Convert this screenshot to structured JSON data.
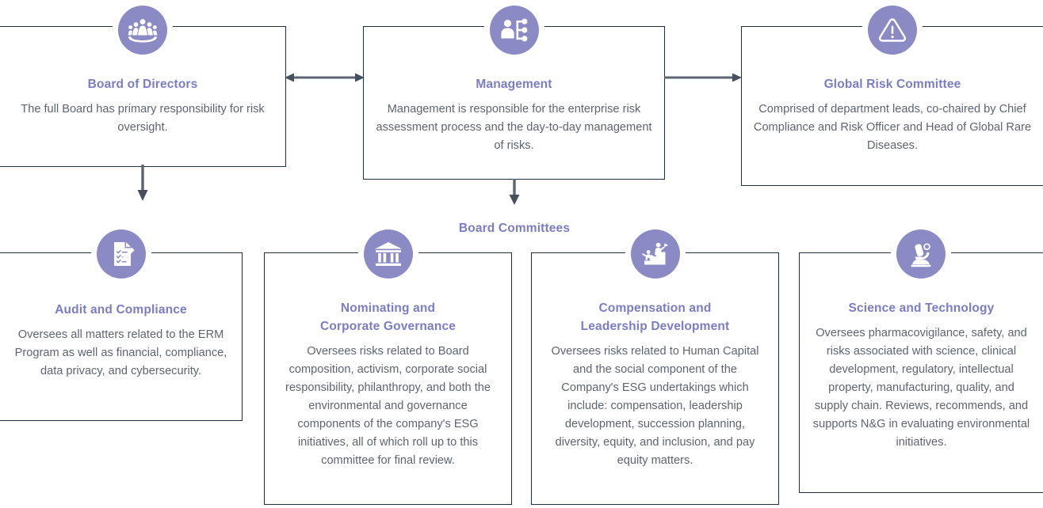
{
  "theme": {
    "accent": "#7b7cc8",
    "icon_circle": "#8b8ac5",
    "box_border": "#1f2f42",
    "body_text": "#5d6470",
    "connector": "#5a6472",
    "background": "#ffffff"
  },
  "section_label": "Board Committees",
  "top_row": [
    {
      "icon": "board-of-directors-people-icon",
      "title": "Board of Directors",
      "body": "The full Board has primary responsibility for risk oversight."
    },
    {
      "icon": "management-org-chart-icon",
      "title": "Management",
      "body": "Management is responsible for the enterprise risk assessment process and the day-to-day management of risks."
    },
    {
      "icon": "warning-triangle-icon",
      "title": "Global Risk Committee",
      "body": "Comprised of department leads, co-chaired by Chief Compliance and Risk Officer and Head of Global Rare Diseases."
    }
  ],
  "committees": [
    {
      "icon": "audit-checklist-document-icon",
      "title": "Audit and Compliance",
      "body": "Oversees all matters related to the ERM Program as well as financial, compliance, data privacy, and cybersecurity."
    },
    {
      "icon": "government-bank-building-icon",
      "title_line1": "Nominating and",
      "title_line2": "Corporate Governance",
      "body": "Oversees risks related to Board composition, activism, corporate social responsibility, philanthropy, and both the environmental and governance components of the company's ESG initiatives, all of which roll up to this committee for final review."
    },
    {
      "icon": "people-climbing-stairs-icon",
      "title_line1": "Compensation and",
      "title_line2": "Leadership Development",
      "body": "Oversees risks related to Human Capital and the social component of the Company's ESG undertakings which include: compensation, leadership development, succession planning, diversity, equity, and inclusion, and pay equity matters."
    },
    {
      "icon": "microscope-icon",
      "title": "Science and Technology",
      "body": "Oversees pharmacovigilance, safety, and risks associated with science, clinical development, regulatory, intellectual property, manufacturing, quality, and supply chain. Reviews, recommends, and supports N&G in evaluating environmental initiatives."
    }
  ],
  "connectors": [
    {
      "name": "board-management-bidirectional-arrow",
      "type": "double-headed-horizontal"
    },
    {
      "name": "management-global-risk-arrow",
      "type": "single-headed-right"
    },
    {
      "name": "board-to-audit-arrow",
      "type": "single-headed-down"
    },
    {
      "name": "management-to-committees-arrow",
      "type": "single-headed-down"
    }
  ]
}
